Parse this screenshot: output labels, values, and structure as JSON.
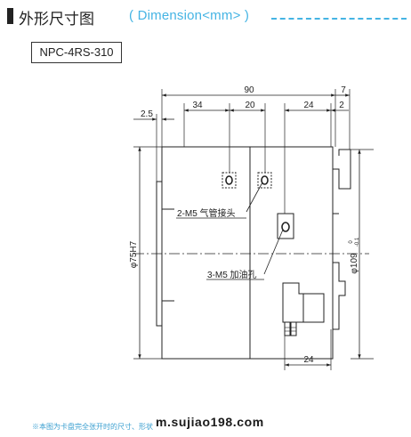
{
  "header": {
    "title": "外形尺寸图",
    "subtitle": "( Dimension<mm> )"
  },
  "model": "NPC-4RS-310",
  "dimensions": {
    "d90": "90",
    "d7": "7",
    "d34": "34",
    "d20": "20",
    "d24_top": "24",
    "d2": "2",
    "d2_5": "2.5",
    "d24_bottom": "24",
    "dia75": "φ75H7",
    "dia109": "φ109"
  },
  "tolerance": {
    "upper": "0",
    "lower": "-0.1"
  },
  "callouts": {
    "air_fitting": "2-M5 气管接头",
    "oil_hole": "3-M5 加油孔"
  },
  "footnote": "※本图为卡盘完全张开时的尺寸、形状",
  "watermark": "m.sujiao198.com",
  "colors": {
    "accent": "#45b4e4",
    "line": "#222222"
  }
}
